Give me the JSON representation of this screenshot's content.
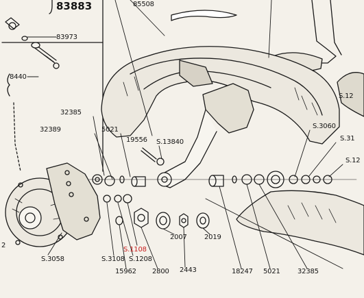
{
  "diagram": {
    "highlight_color": "#c81e1e",
    "labels": {
      "l83883": "83883",
      "l85508": "85508",
      "l83973": "83973",
      "l8440": "8440",
      "l32385_top": "32385",
      "l32389": "32389",
      "l5021_top": "5021",
      "l19556": "19556",
      "lS13840": "S.13840",
      "lS3060": "S.3060",
      "lS31": "S.31",
      "lS12_right": "S.12",
      "lS12_top": "S.12",
      "l2": "2",
      "lS3058": "S.3058",
      "lS3108": "S.3108",
      "lS1208": "S.1208",
      "lS1108": "S.1108",
      "l2007": "2007",
      "l2019": "2019",
      "l15962": "15962",
      "l2800": "2800",
      "l2443": "2443",
      "l18247": "18247",
      "l5021_bot": "5021",
      "l32385_bot": "32385"
    }
  }
}
